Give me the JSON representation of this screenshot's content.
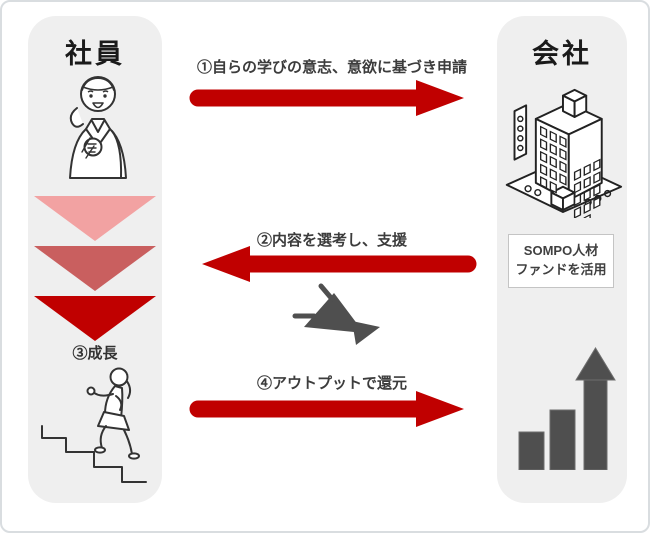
{
  "diagram": {
    "left_column": {
      "title": "社員",
      "growth_label": "③成長",
      "icons": [
        "woman-hand-on-chest-icon",
        "chevron-down-gradient-icons",
        "climbing-stairs-icon"
      ]
    },
    "right_column": {
      "title": "会社",
      "fund_line1": "SOMPO人材",
      "fund_line2": "ファンドを活用",
      "icons": [
        "office-building-icon",
        "growth-bar-chart-icon"
      ]
    },
    "flows": [
      {
        "label": "①自らの学びの意志、意欲に基づき申請",
        "direction": "right"
      },
      {
        "label": "②内容を選考し、支援",
        "direction": "left"
      },
      {
        "label": "④アウトプットで還元",
        "direction": "right"
      }
    ],
    "center_icon": "megaphone-icon",
    "colors": {
      "arrow_red": "#c00000",
      "chevron_light": "#f2a2a2",
      "chevron_medium": "#c95f5f",
      "chevron_dark": "#c00000",
      "icon_gray": "#4f4f4f",
      "column_background": "#efefef",
      "fund_box_border": "#c4c4c4",
      "text_dark": "#3c3c3c"
    }
  }
}
